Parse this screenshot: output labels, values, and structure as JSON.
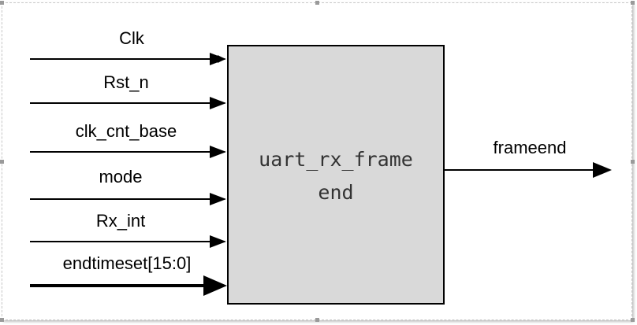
{
  "block": {
    "name_line1": "uart_rx_frame",
    "name_line2": "end"
  },
  "inputs": [
    {
      "label": "Clk"
    },
    {
      "label": "Rst_n"
    },
    {
      "label": "clk_cnt_base"
    },
    {
      "label": "mode"
    },
    {
      "label": "Rx_int"
    },
    {
      "label": "endtimeset[15:0]"
    }
  ],
  "outputs": [
    {
      "label": "frameend"
    }
  ],
  "colors": {
    "block_fill": "#d9d9d9",
    "stroke": "#000000"
  }
}
